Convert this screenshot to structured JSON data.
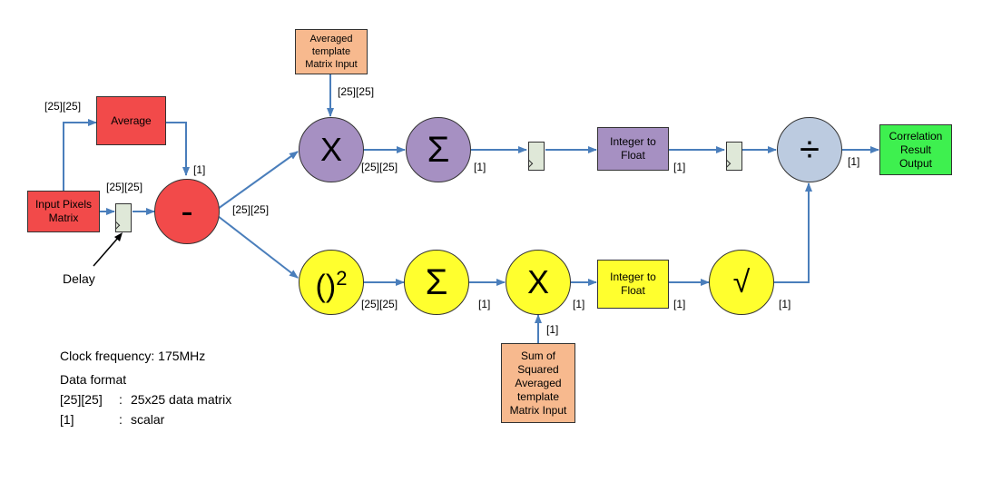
{
  "blocks": {
    "input_pixels": "Input Pixels\nMatrix",
    "average": "Average",
    "avg_template": "Averaged\ntemplate\nMatrix Input",
    "int_float_top": "Integer to\nFloat",
    "int_float_bottom": "Integer to\nFloat",
    "correlation": "Correlation\nResult\nOutput",
    "sum_squared": "Sum of\nSquared\nAveraged\ntemplate\nMatrix Input"
  },
  "operators": {
    "subtract": "-",
    "multiply_top": "X",
    "sum_top": "Σ",
    "divide": "÷",
    "square_base": "()",
    "square_exp": "2",
    "sum_bottom": "Σ",
    "multiply_bottom": "X",
    "sqrt": "√"
  },
  "labels": {
    "l_25_input_top": "[25][25]",
    "l_25_delay": "[25][25]",
    "l_1_avg": "[1]",
    "l_25_sub": "[25][25]",
    "l_25_template": "[25][25]",
    "l_25_mult_top": "[25][25]",
    "l_1_sum_top": "[1]",
    "l_1_int_top": "[1]",
    "l_1_div": "[1]",
    "l_25_square": "[25][25]",
    "l_1_sum_bottom": "[1]",
    "l_1_mult_bottom": "[1]",
    "l_1_int_bottom": "[1]",
    "l_1_sqrt": "[1]",
    "l_1_sumsq": "[1]",
    "delay_label": "Delay"
  },
  "legend": {
    "clock": "Clock frequency: 175MHz",
    "data_format": "Data format",
    "row1_key": "[25][25]",
    "row1_sep": ":",
    "row1_desc": "25x25 data matrix",
    "row2_key": "[1]",
    "row2_sep": ":",
    "row2_desc": "scalar"
  },
  "colors": {
    "arrow": "#4a7ebb",
    "red": "#f24a4a",
    "orange": "#f7b98e",
    "purple": "#a690c2",
    "yellow": "#ffff2e",
    "green": "#3ef04f",
    "blue": "#bccbe0"
  }
}
